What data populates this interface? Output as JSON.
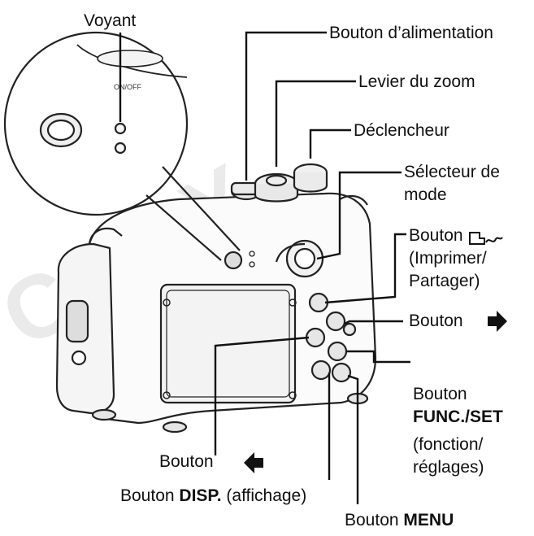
{
  "watermark": "COPY",
  "labels": {
    "voyant": "Voyant",
    "power": "Bouton d’alimentation",
    "zoom": "Levier du zoom",
    "shutter": "Déclencheur",
    "mode_line1": "Sélecteur de",
    "mode_line2": "mode",
    "print_line1": "Bouton",
    "print_line2": "(Imprimer/",
    "print_line3": "Partager)",
    "right_button": "Bouton",
    "func_line1": "Bouton",
    "func_line2": "FUNC./SET",
    "func_line3": "(fonction/",
    "func_line4": "réglages)",
    "left_button": "Bouton",
    "disp_prefix": "Bouton ",
    "disp_bold": "DISP.",
    "disp_suffix": " (affichage)",
    "menu_prefix": "Bouton ",
    "menu_bold": "MENU"
  },
  "icons": {
    "print": "print-share-icon",
    "right": "right-arrow-icon",
    "left": "left-arrow-icon"
  }
}
